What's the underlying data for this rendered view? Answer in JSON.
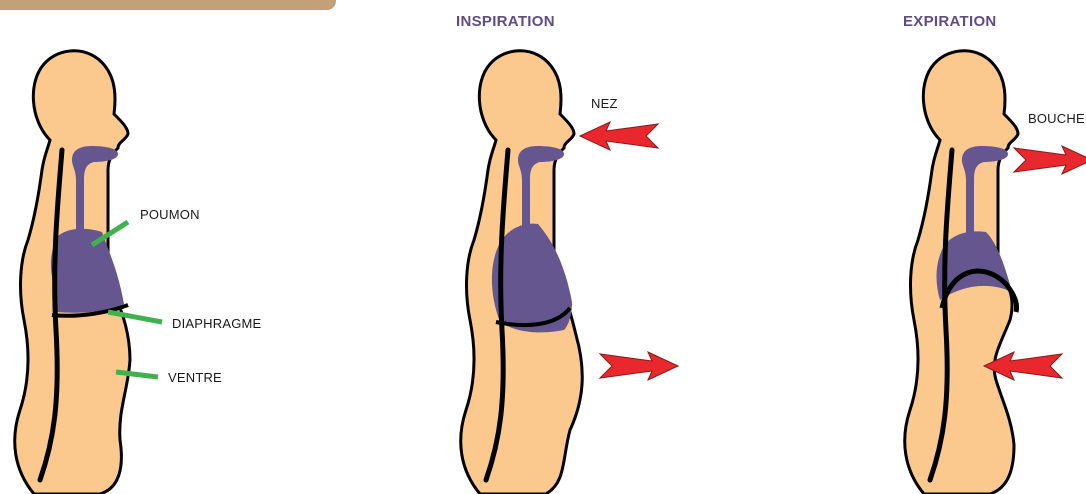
{
  "colors": {
    "skin": "#fbc98e",
    "organ": "#66568f",
    "outline": "#000000",
    "pointer": "#3fb24d",
    "arrow": "#e8282d",
    "title": "#5e4d87",
    "tab": "#c4a07a"
  },
  "panels": {
    "anatomy": {
      "labels": {
        "lung": "POUMON",
        "diaphragm": "DIAPHRAGME",
        "belly": "VENTRE"
      }
    },
    "inspiration": {
      "title": "INSPIRATION",
      "labels": {
        "nose": "NEZ"
      }
    },
    "expiration": {
      "title": "EXPIRATION",
      "labels": {
        "mouth": "BOUCHE"
      }
    }
  },
  "icons": [
    "air-arrow-icon",
    "belly-arrow-icon",
    "pointer-line"
  ]
}
